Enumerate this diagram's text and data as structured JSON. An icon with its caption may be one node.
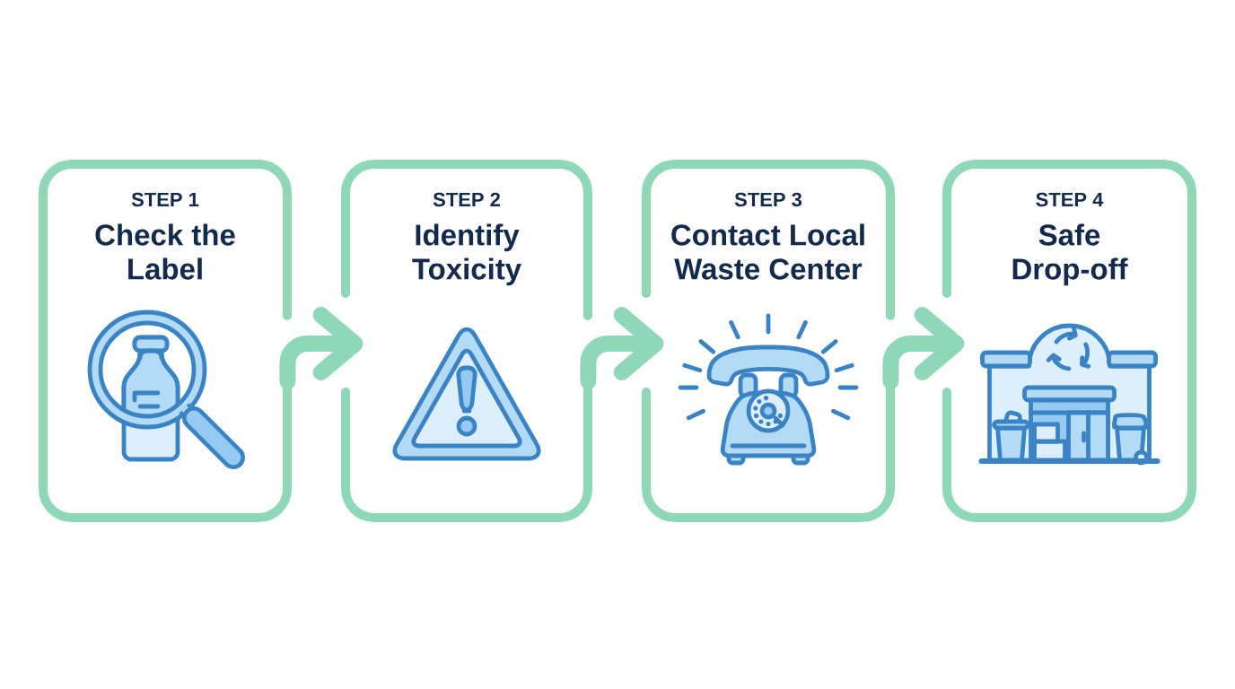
{
  "diagram": {
    "nodes": [
      {
        "text": [
          "STEP 1",
          "Check the Label"
        ]
      },
      {
        "text": [
          "STEP 2",
          "Identify Toxicity"
        ]
      },
      {
        "text": [
          "STEP 3",
          "Contact Local Waste Center"
        ]
      },
      {
        "text": [
          "STEP 4",
          "Safe Drop-off"
        ]
      }
    ],
    "edges": [
      {
        "from": 0,
        "to": 1,
        "arrow": "to"
      },
      {
        "from": 1,
        "to": 2,
        "arrow": "to"
      },
      {
        "from": 2,
        "to": 3,
        "arrow": "to"
      }
    ]
  }
}
